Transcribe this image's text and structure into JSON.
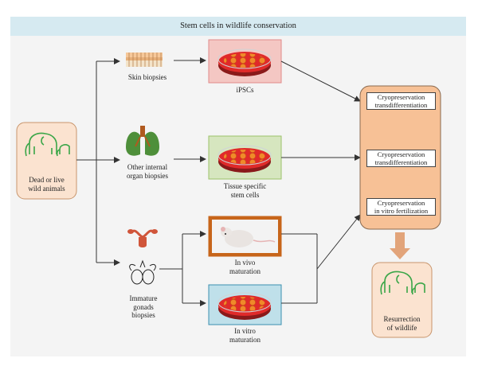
{
  "title": "Stem cells in wildlife conservation",
  "source": {
    "label": "Dead or live\nwild animals",
    "icon": "elephant-icon"
  },
  "biopsies": [
    {
      "label": "Skin biopsies",
      "icon": "skin-icon"
    },
    {
      "label": "Other internal\norgan biopsies",
      "icon": "lungs-icon"
    },
    {
      "label": "Immature\ngonads\nbiopsies",
      "icon": "gonads-icon"
    }
  ],
  "cells": [
    {
      "label": "iPSCs",
      "dish_border": "#e08a8a",
      "dish_bg": "#f4c7c3"
    },
    {
      "label": "Tissue specific\nstem cells",
      "dish_border": "#9cc26a",
      "dish_bg": "#d6e6bf"
    },
    {
      "label": "In vivo\nmaturation",
      "dish_border": "#c7651a",
      "dish_bg": "#c7651a"
    },
    {
      "label": "In vitro\nmaturation",
      "dish_border": "#3b8fb0",
      "dish_bg": "#bfe0ea"
    }
  ],
  "outcomes": [
    "Cryopreservation\ntransdifferentiation",
    "Cryopreservation\ntransdifferentiation",
    "Cryopreservation\nin vitro fertilization"
  ],
  "result": {
    "label": "Resurrection\nof wildlife",
    "icon": "elephant-icon"
  },
  "colors": {
    "title_bg": "#d6eaf1",
    "panel_bg": "#f4f4f4",
    "source_bg": "#fbe3d0",
    "source_border": "#c8956c",
    "outcome_bg": "#f7c196",
    "outcome_border": "#8a6a50",
    "arrow": "#333333",
    "elephant": "#3aa648"
  }
}
